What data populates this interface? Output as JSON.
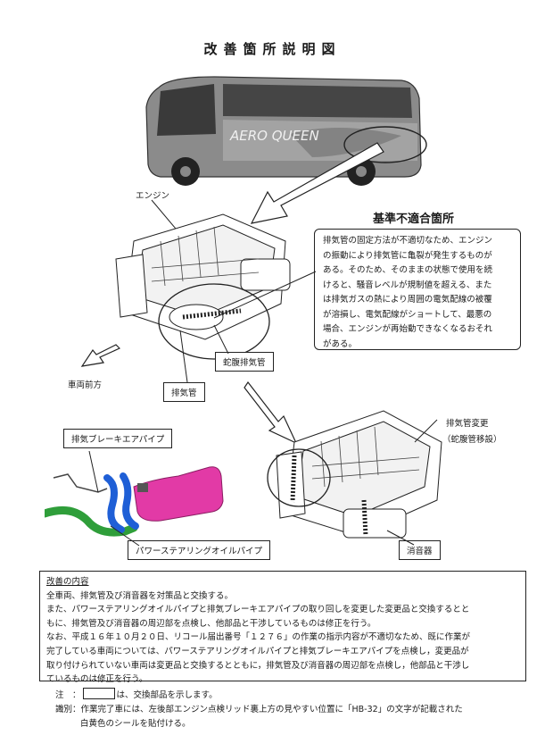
{
  "title": "改善箇所説明図",
  "bus": {
    "logo_text": "AERO QUEEN"
  },
  "labels": {
    "engine": "エンジン",
    "vehicle_front": "車両前方",
    "bellows_pipe": "蛇腹排気管",
    "exhaust_pipe": "排気管",
    "brake_air_pipe": "排気ブレーキエアパイプ",
    "power_steering_pipe": "パワーステアリングオイルパイプ",
    "muffler": "消音器",
    "exhaust_change_line1": "排気管変更",
    "exhaust_change_line2": "（蛇腹管移設）"
  },
  "nonconformity": {
    "heading": "基準不適合箇所",
    "lines": [
      "排気管の固定方法が不適切なため、エンジン",
      "の振動により排気管に亀裂が発生するものが",
      "ある。そのため、そのままの状態で使用を続",
      "けると、騒音レベルが規制値を超える、また",
      "は排気ガスの熱により周囲の電気配線の被覆",
      "が溶損し、電気配線がショートして、最悪の",
      "場合、エンジンが再始動できなくなるおそれ",
      "がある。"
    ]
  },
  "improvement": {
    "heading": "改善の内容",
    "lines": [
      "全車両、排気管及び消音器を対策品と交換する。",
      "また、パワーステアリングオイルパイプと排気ブレーキエアパイプの取り回しを変更した変更品と交換するとと",
      "もに、排気管及び消音器の周辺部を点検し、他部品と干渉しているものは修正を行う。",
      "なお、平成１６年１０月２０日、リコール届出番号「１２７６」の作業の指示内容が不適切なため、既に作業が",
      "完了している車両については、パワーステアリングオイルパイプと排気ブレーキエアパイプを点検し，変更品が",
      "取り付けられていない車両は変更品と交換するとともに，排気管及び消音器の周辺部を点検し，他部品と干渉し",
      "ているものは修正を行う。"
    ]
  },
  "notes": {
    "note_label": "注　：",
    "note_text": "は、交換部品を示します。",
    "id_label": "識別：",
    "id_line1": "作業完了車には、左後部エンジン点検リッド裏上方の見やすい位置に「HB-32」の文字が記載された",
    "id_line2": "白黄色のシールを貼付ける。"
  },
  "colors": {
    "muffler_part": "#e23aa6",
    "pipe_blue": "#1f5fd6",
    "pipe_green": "#2f9e3a"
  }
}
